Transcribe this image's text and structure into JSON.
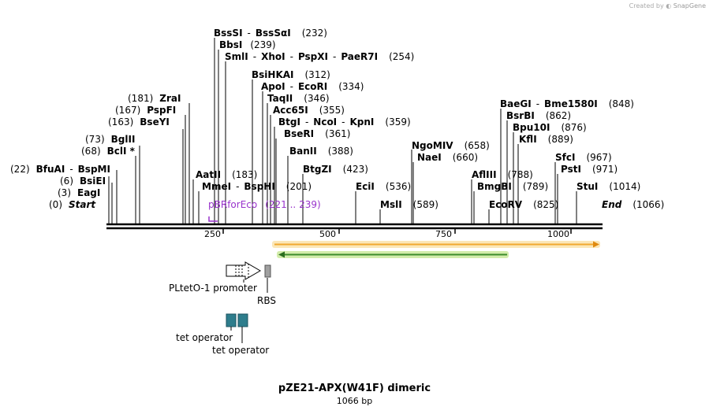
{
  "header": {
    "credit_prefix": "Created by",
    "credit_brand": "SnapGene"
  },
  "map": {
    "title": "pZE21-APX(W41F) dimeric",
    "length_label": "1066 bp",
    "start_label": "Start",
    "start_pos": "(0)",
    "end_label": "End",
    "end_pos": "(1066)",
    "ruler_ticks": [
      "250",
      "500",
      "750",
      "1000"
    ],
    "primer": {
      "name": "pBRforEco",
      "range": "(221 .. 239)",
      "color": "#9933cc"
    },
    "features": {
      "promoter": "PLtetO-1 promoter",
      "rbs": "RBS",
      "operator_1": "tet operator",
      "operator_2": "tet operator"
    },
    "sites": [
      {
        "names": [
          "BfuAI",
          "BspMI"
        ],
        "pos": "(22)"
      },
      {
        "names": [
          "BsiEI"
        ],
        "pos": "(6)"
      },
      {
        "names": [
          "EagI"
        ],
        "pos": "(3)"
      },
      {
        "names": [
          "BclI *"
        ],
        "pos": "(68)"
      },
      {
        "names": [
          "BglII"
        ],
        "pos": "(73)"
      },
      {
        "names": [
          "BseYI"
        ],
        "pos": "(163)"
      },
      {
        "names": [
          "PspFI"
        ],
        "pos": "(167)"
      },
      {
        "names": [
          "ZraI"
        ],
        "pos": "(181)"
      },
      {
        "names": [
          "AatII"
        ],
        "pos": "(183)"
      },
      {
        "names": [
          "MmeI",
          "BspHI"
        ],
        "pos": "(201)"
      },
      {
        "names": [
          "BssSI",
          "BssSαI"
        ],
        "pos": "(232)"
      },
      {
        "names": [
          "BbsI"
        ],
        "pos": "(239)"
      },
      {
        "names": [
          "SmlI",
          "XhoI",
          "PspXI",
          "PaeR7I"
        ],
        "pos": "(254)"
      },
      {
        "names": [
          "BsiHKAI"
        ],
        "pos": "(312)"
      },
      {
        "names": [
          "ApoI",
          "EcoRI"
        ],
        "pos": "(334)"
      },
      {
        "names": [
          "TaqII"
        ],
        "pos": "(346)"
      },
      {
        "names": [
          "Acc65I"
        ],
        "pos": "(355)"
      },
      {
        "names": [
          "BtgI",
          "NcoI",
          "KpnI"
        ],
        "pos": "(359)"
      },
      {
        "names": [
          "BseRI"
        ],
        "pos": "(361)"
      },
      {
        "names": [
          "BanII"
        ],
        "pos": "(388)"
      },
      {
        "names": [
          "BtgZI"
        ],
        "pos": "(423)"
      },
      {
        "names": [
          "EciI"
        ],
        "pos": "(536)"
      },
      {
        "names": [
          "MslI"
        ],
        "pos": "(589)"
      },
      {
        "names": [
          "NgoMIV"
        ],
        "pos": "(658)"
      },
      {
        "names": [
          "NaeI"
        ],
        "pos": "(660)"
      },
      {
        "names": [
          "AflIII"
        ],
        "pos": "(788)"
      },
      {
        "names": [
          "BmgBI"
        ],
        "pos": "(789)"
      },
      {
        "names": [
          "EcoRV"
        ],
        "pos": "(825)"
      },
      {
        "names": [
          "BaeGI",
          "Bme1580I"
        ],
        "pos": "(848)"
      },
      {
        "names": [
          "BsrBI"
        ],
        "pos": "(862)"
      },
      {
        "names": [
          "Bpu10I"
        ],
        "pos": "(876)"
      },
      {
        "names": [
          "KflI"
        ],
        "pos": "(889)"
      },
      {
        "names": [
          "SfcI"
        ],
        "pos": "(967)"
      },
      {
        "names": [
          "PstI"
        ],
        "pos": "(971)"
      },
      {
        "names": [
          "StuI"
        ],
        "pos": "(1014)"
      }
    ],
    "colors": {
      "orange_feature": "#f0a830",
      "orange_glow": "#fbe7b8",
      "green_feature": "#3c8c2c",
      "green_glow": "#d2ecaa",
      "operator": "#2e7d8c",
      "rbs": "#a0a0a0"
    }
  }
}
